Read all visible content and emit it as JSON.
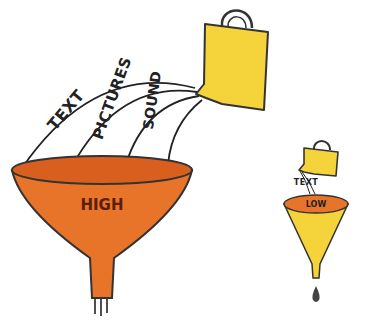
{
  "diagram": {
    "nodes": [
      {
        "text": [
          "HIGH"
        ]
      },
      {
        "text": [
          "LOW"
        ]
      }
    ],
    "labels": [
      "TEXT",
      "PICTURES",
      "SOUND",
      "TEXT"
    ]
  }
}
